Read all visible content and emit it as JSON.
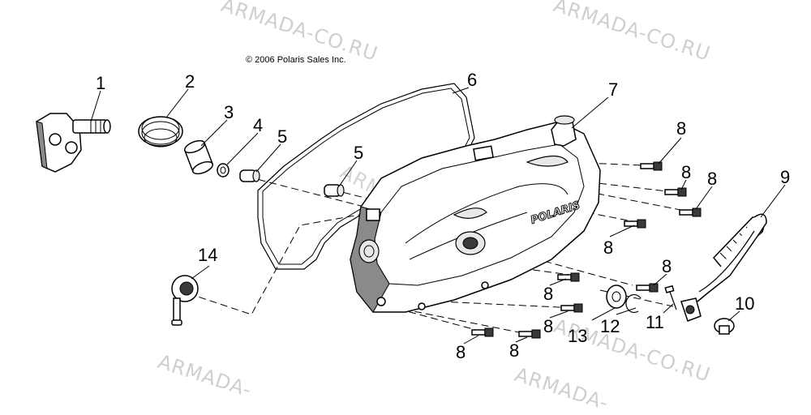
{
  "copyright": "© 2006 Polaris Sales Inc.",
  "watermarks": [
    "ARMADA-CO.RU",
    "ARMADA-CO.RU",
    "ARMADA-CO.RU",
    "ARMADA-CO.RU",
    "ARMADA-",
    "ARMADA-"
  ],
  "brand_logo_text": "POLARIS",
  "callouts": [
    {
      "id": "c1",
      "label": "1"
    },
    {
      "id": "c2",
      "label": "2"
    },
    {
      "id": "c3",
      "label": "3"
    },
    {
      "id": "c4",
      "label": "4"
    },
    {
      "id": "c5a",
      "label": "5"
    },
    {
      "id": "c5b",
      "label": "5"
    },
    {
      "id": "c6",
      "label": "6"
    },
    {
      "id": "c7",
      "label": "7"
    },
    {
      "id": "c8a",
      "label": "8"
    },
    {
      "id": "c8b",
      "label": "8"
    },
    {
      "id": "c8c",
      "label": "8"
    },
    {
      "id": "c8d",
      "label": "8"
    },
    {
      "id": "c8e",
      "label": "8"
    },
    {
      "id": "c8f",
      "label": "8"
    },
    {
      "id": "c8g",
      "label": "8"
    },
    {
      "id": "c8h",
      "label": "8"
    },
    {
      "id": "c8i",
      "label": "8"
    },
    {
      "id": "c9",
      "label": "9"
    },
    {
      "id": "c10",
      "label": "10"
    },
    {
      "id": "c11",
      "label": "11"
    },
    {
      "id": "c12",
      "label": "12"
    },
    {
      "id": "c13",
      "label": "13"
    },
    {
      "id": "c14",
      "label": "14"
    }
  ]
}
